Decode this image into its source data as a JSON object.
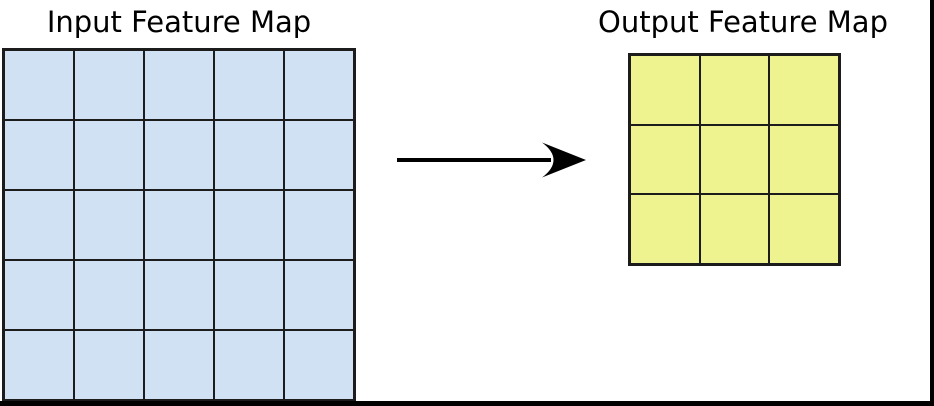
{
  "diagram": {
    "input_map": {
      "title": "Input Feature Map",
      "rows": 5,
      "cols": 5,
      "cell_color": "#cfe1f2"
    },
    "output_map": {
      "title": "Output Feature Map",
      "rows": 3,
      "cols": 3,
      "cell_color": "#eef28f"
    },
    "arrow": {
      "direction": "right",
      "color": "#000000"
    },
    "colors": {
      "background": "#ffffff",
      "grid_border": "#1c1c1c",
      "frame": "#000000",
      "title_text": "#000000"
    }
  }
}
